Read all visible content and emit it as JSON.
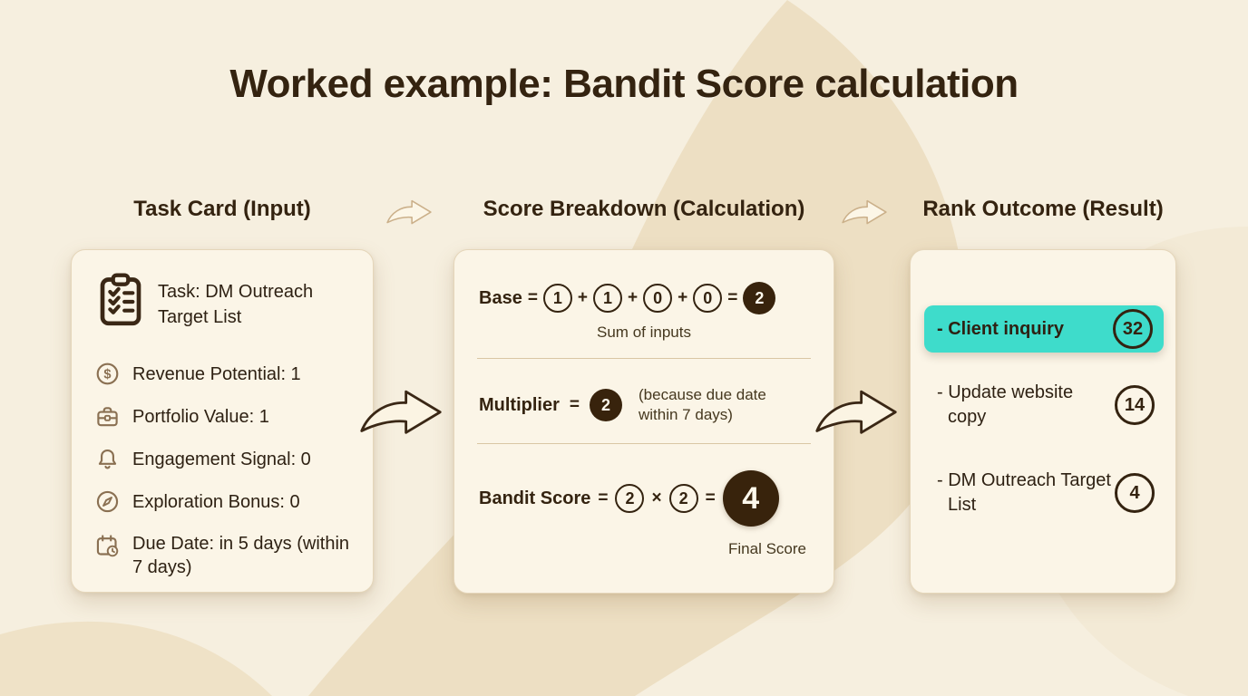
{
  "title": "Worked example: Bandit Score calculation",
  "columns": {
    "input": {
      "header": "Task Card (Input)"
    },
    "calculation": {
      "header": "Score Breakdown (Calculation)"
    },
    "result": {
      "header": "Rank Outcome (Result)"
    }
  },
  "task_card": {
    "title": "Task: DM Outreach Target List",
    "items": [
      {
        "icon": "dollar-circle-icon",
        "label": "Revenue Potential: 1"
      },
      {
        "icon": "briefcase-icon",
        "label": "Portfolio Value: 1"
      },
      {
        "icon": "bell-icon",
        "label": "Engagement Signal: 0"
      },
      {
        "icon": "compass-icon",
        "label": "Exploration Bonus: 0"
      },
      {
        "icon": "calendar-clock-icon",
        "label": "Due Date: in 5 days (within 7 days)"
      }
    ]
  },
  "score_breakdown": {
    "base": {
      "label": "Base",
      "eq": "=",
      "plus": "+",
      "operands": [
        "1",
        "1",
        "0",
        "0"
      ],
      "result": "2",
      "caption": "Sum of inputs"
    },
    "multiplier": {
      "label": "Multiplier",
      "eq": "=",
      "value": "2",
      "note": "(because due date within 7 days)"
    },
    "bandit": {
      "label": "Bandit Score",
      "eq": "=",
      "a": "2",
      "times": "×",
      "b": "2",
      "eq2": "=",
      "result": "4",
      "caption": "Final Score"
    }
  },
  "rank_outcome": {
    "rows": [
      {
        "label": "- Client inquiry",
        "score": "32",
        "highlighted": true
      },
      {
        "label": "- Update website copy",
        "score": "14",
        "highlighted": false
      },
      {
        "label": "- DM Outreach Target List",
        "score": "4",
        "highlighted": false
      }
    ]
  },
  "colors": {
    "accent_teal": "#3EDCCB",
    "dark_brown": "#342310",
    "icon_brown": "#8A7052",
    "card_bg": "#FBF5E7",
    "page_bg": "#F6EFDF"
  }
}
